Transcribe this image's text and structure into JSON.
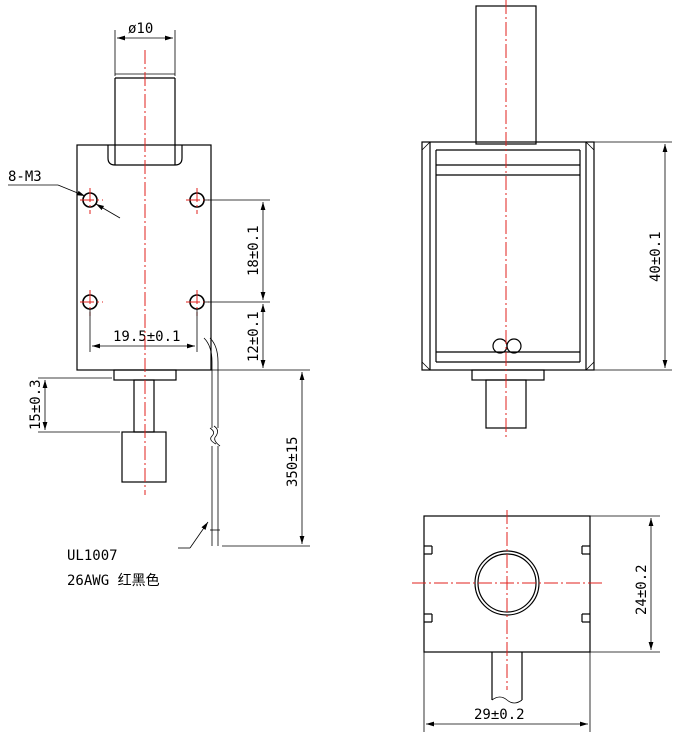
{
  "colors": {
    "line": "#000000",
    "centerline": "#e0201c",
    "background": "#ffffff"
  },
  "front_view": {
    "dims": {
      "diameter": "ø10",
      "holes": "8-M3",
      "vertical_hole_pitch": "18±0.1",
      "horizontal_hole_pitch": "19.5±0.1",
      "bottom_hole_offset": "12±0.1",
      "plunger_extension": "15±0.3",
      "lead_length": "350±15"
    },
    "notes": {
      "wire_spec_line1": "UL1007",
      "wire_spec_line2": "26AWG 红黑色"
    }
  },
  "side_view": {
    "dims": {
      "height": "40±0.1"
    }
  },
  "bottom_view": {
    "dims": {
      "depth": "24±0.2",
      "width": "29±0.2"
    }
  }
}
